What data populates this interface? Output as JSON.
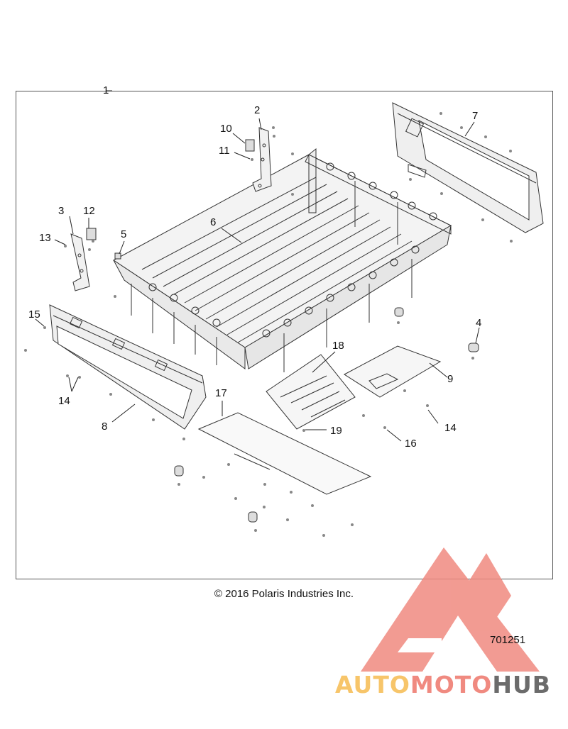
{
  "diagram": {
    "callouts": [
      {
        "id": "1",
        "label": "1"
      },
      {
        "id": "2",
        "label": "2"
      },
      {
        "id": "3",
        "label": "3"
      },
      {
        "id": "4",
        "label": "4"
      },
      {
        "id": "5",
        "label": "5"
      },
      {
        "id": "6",
        "label": "6"
      },
      {
        "id": "7",
        "label": "7"
      },
      {
        "id": "8",
        "label": "8"
      },
      {
        "id": "9",
        "label": "9"
      },
      {
        "id": "10",
        "label": "10"
      },
      {
        "id": "11",
        "label": "11"
      },
      {
        "id": "12",
        "label": "12"
      },
      {
        "id": "13",
        "label": "13"
      },
      {
        "id": "14a",
        "label": "14"
      },
      {
        "id": "14b",
        "label": "14"
      },
      {
        "id": "15",
        "label": "15"
      },
      {
        "id": "16",
        "label": "16"
      },
      {
        "id": "17",
        "label": "17"
      },
      {
        "id": "18",
        "label": "18"
      },
      {
        "id": "19",
        "label": "19"
      }
    ],
    "copyright": "© 2016 Polaris Industries Inc.",
    "reference_number": "701251"
  },
  "watermark": {
    "part1": "AUTO",
    "part2": "MOTO",
    "part3": "HUB",
    "colors": {
      "auto": "#f7c56a",
      "moto": "#f08a80",
      "hub": "#6b6b6b",
      "logo": "#f08a80"
    }
  }
}
